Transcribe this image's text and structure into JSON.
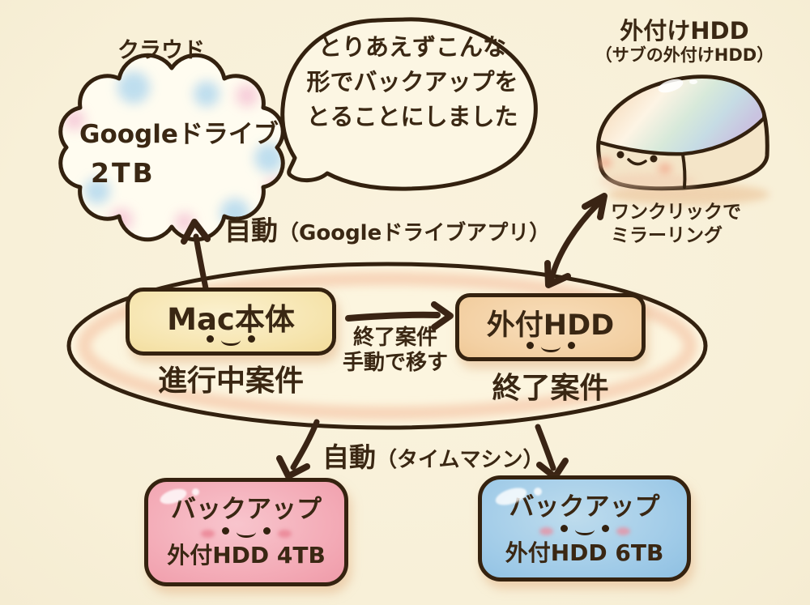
{
  "palette": {
    "background": "#f8f0d8",
    "ink": "#3a2713",
    "cloud_fill": "#fffcf0",
    "pastel_blue": "#aed6ee",
    "pastel_pink": "#f5c3d4",
    "oval_glow": "#f7d6ba",
    "mac_box_fill": "#f6e4ad",
    "hdd_box_fill": "#f3d0a3",
    "pink_box_fill": "#f3a9b5",
    "blue_box_fill": "#a0cbe8"
  },
  "cloud": {
    "label": "クラウド",
    "line1": "Googleドライブ",
    "line2": "2TB"
  },
  "speech_bubble": {
    "lines": [
      "とりあえずこんな",
      "形でバックアップを",
      "とることにしました"
    ]
  },
  "external_hdd": {
    "title": "外付けHDD",
    "subtitle": "（サブの外付けHDD）",
    "note_line1": "ワンクリックで",
    "note_line2": "ミラーリング"
  },
  "flow": {
    "auto_cloud_main": "自動",
    "auto_cloud_paren": "（Googleドライブアプリ）",
    "mac_label": "Mac本体",
    "mac_caption": "進行中案件",
    "hdd_label": "外付HDD",
    "hdd_caption": "終了案件",
    "transfer_line1": "終了案件",
    "transfer_line2": "手動で移す",
    "auto_tm_main": "自動",
    "auto_tm_paren": "（タイムマシン）"
  },
  "backups": {
    "pink_title": "バックアップ",
    "pink_caption": "外付HDD 4TB",
    "blue_title": "バックアップ",
    "blue_caption": "外付HDD 6TB"
  }
}
